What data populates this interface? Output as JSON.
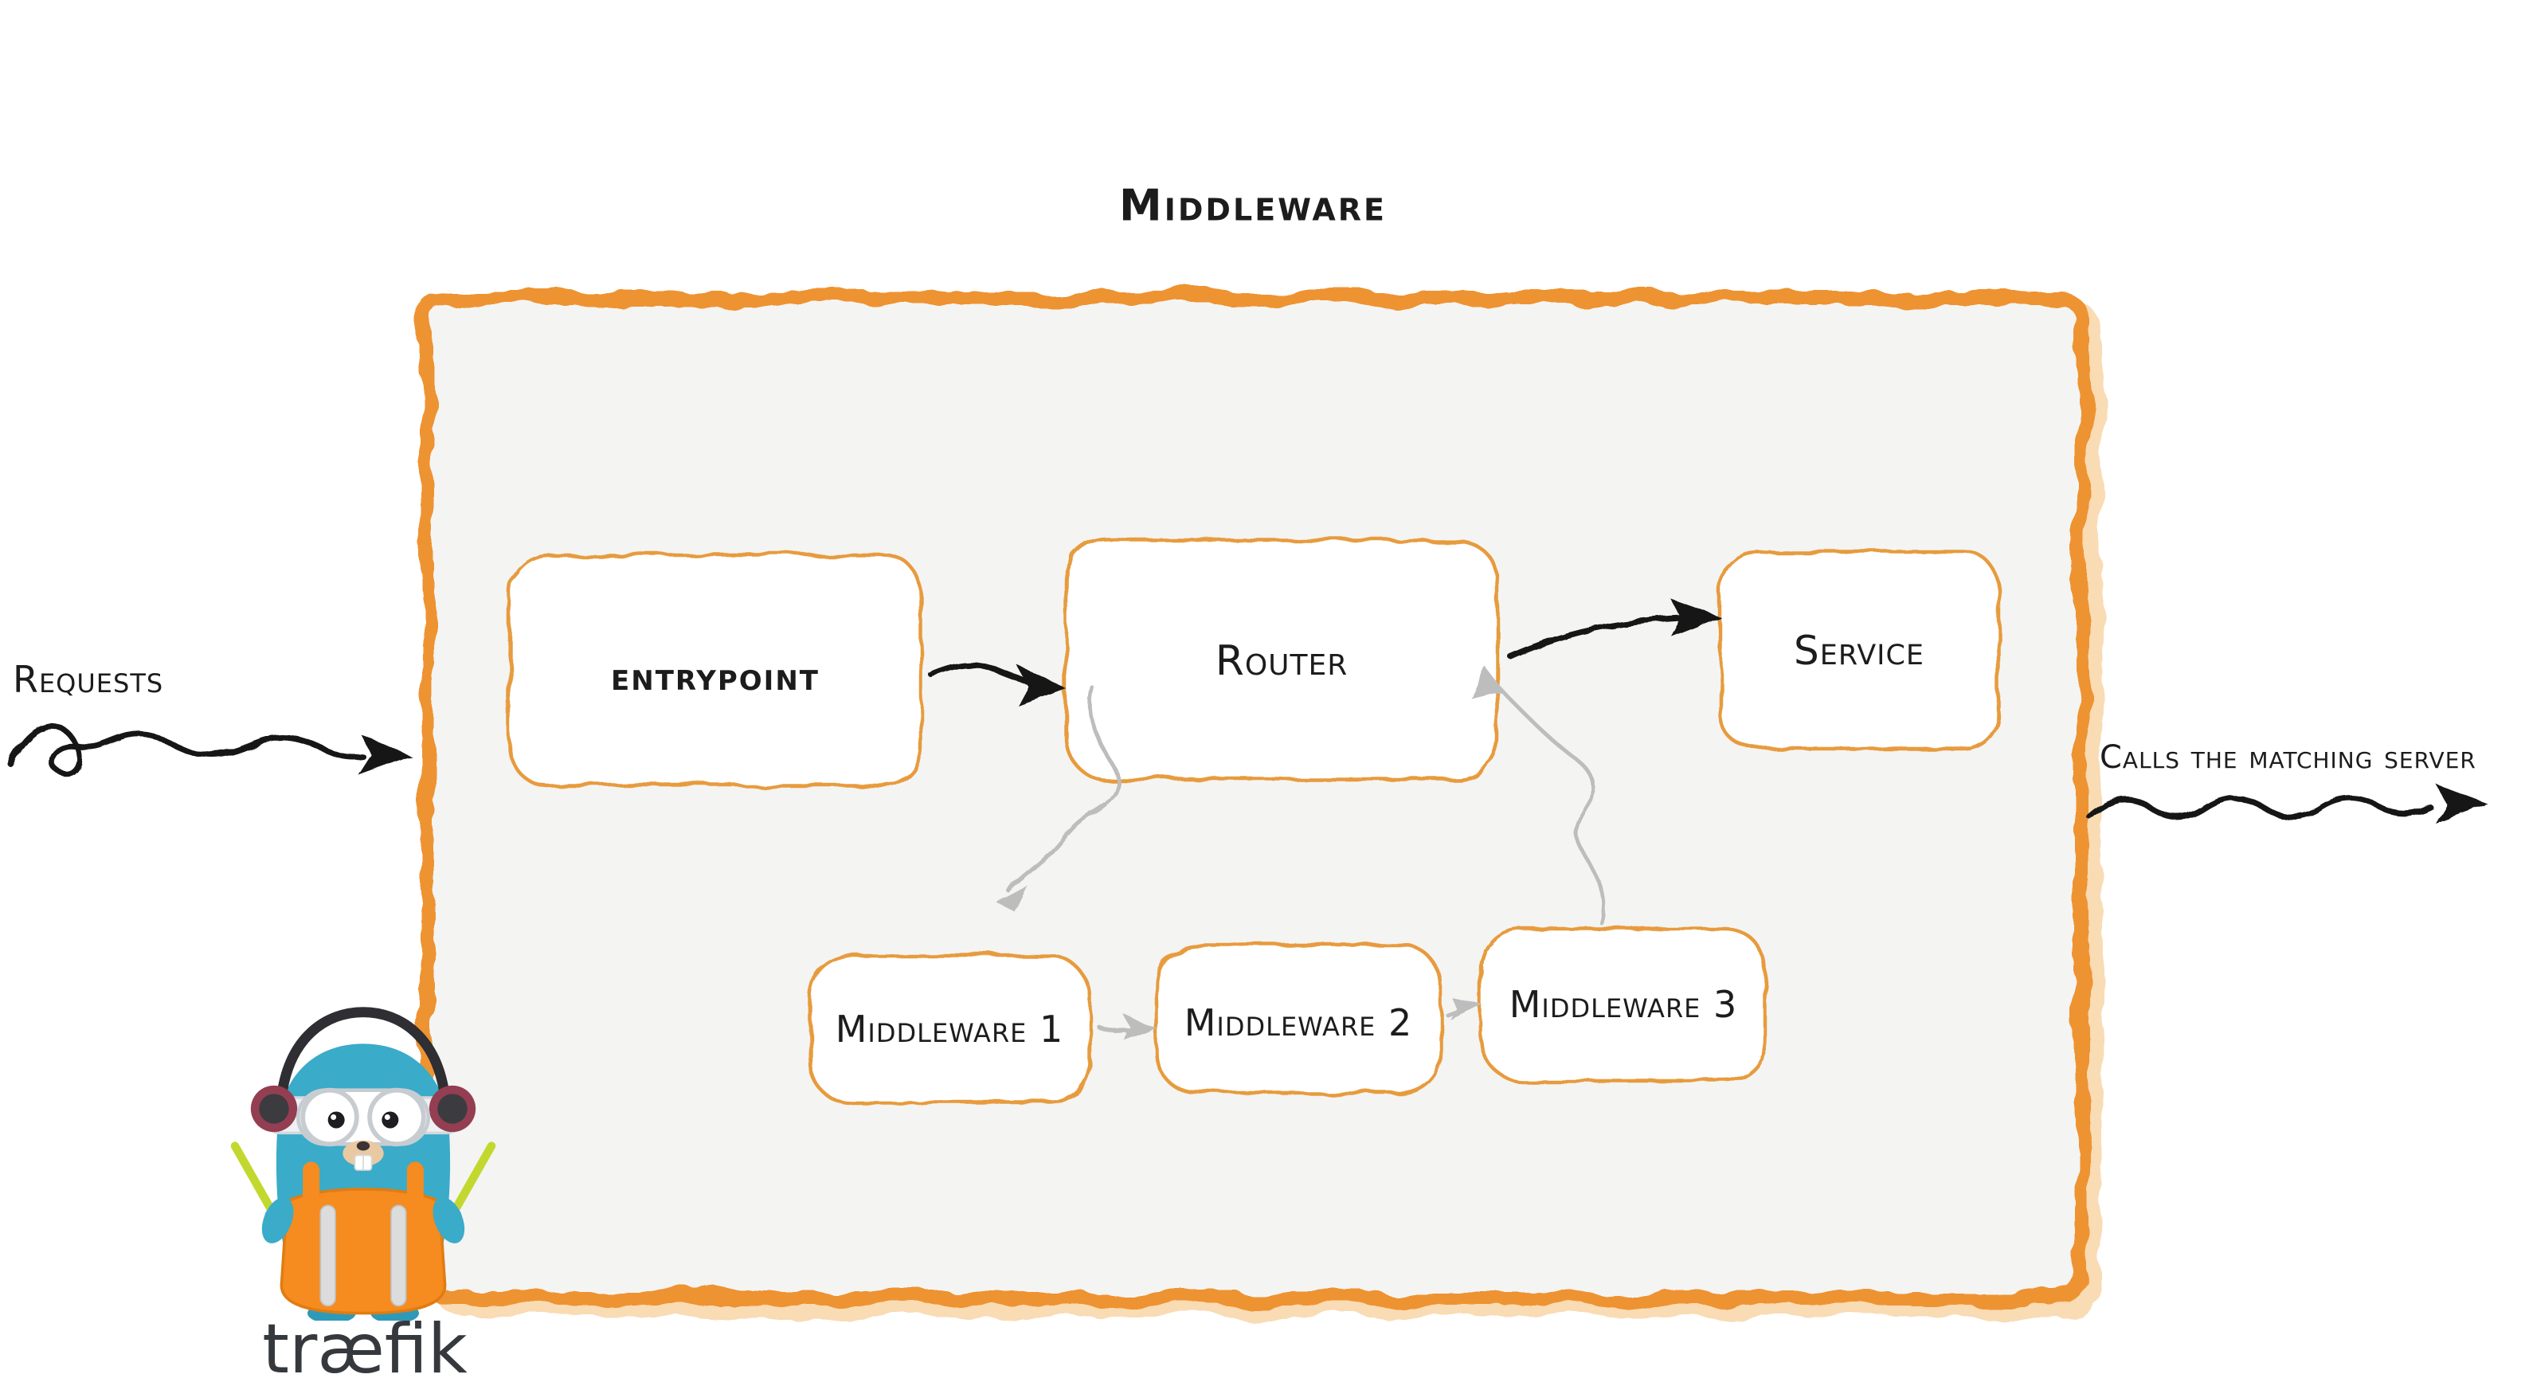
{
  "title": "Middleware",
  "nodes": {
    "entrypoint": {
      "label": "entrypoint"
    },
    "router": {
      "label": "Router"
    },
    "service": {
      "label": "Service"
    },
    "middleware1": {
      "label": "Middleware 1"
    },
    "middleware2": {
      "label": "Middleware 2"
    },
    "middleware3": {
      "label": "Middleware 3"
    }
  },
  "annotations": {
    "requests_label": "Requests",
    "calls_label": "Calls the matching server"
  },
  "edges": [
    {
      "from": "outside-left",
      "to": "entrypoint",
      "style": "black-squiggle-arrow"
    },
    {
      "from": "entrypoint",
      "to": "router",
      "style": "black-squiggle-arrow"
    },
    {
      "from": "router",
      "to": "middleware1",
      "style": "gray-squiggle-arrow"
    },
    {
      "from": "middleware1",
      "to": "middleware2",
      "style": "gray-squiggle-arrow"
    },
    {
      "from": "middleware2",
      "to": "middleware3",
      "style": "gray-squiggle-arrow"
    },
    {
      "from": "middleware3",
      "to": "router",
      "style": "gray-squiggle-arrow"
    },
    {
      "from": "router",
      "to": "service",
      "style": "black-squiggle-arrow"
    },
    {
      "from": "service",
      "to": "outside-right",
      "style": "black-squiggle-arrow"
    }
  ],
  "logo": {
    "wordmark": "træfik"
  },
  "colors": {
    "container_stroke": "#EE9330",
    "container_fill": "#F4F4F3",
    "node_stroke": "#E79B3C",
    "arrow_dark": "#161616",
    "arrow_gray": "#BDBDBD",
    "gopher_teal": "#3AABC8",
    "vest_orange": "#F68B1F",
    "text": "#1C1C1C"
  }
}
